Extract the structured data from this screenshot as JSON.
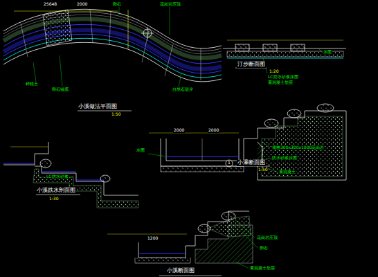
{
  "diagram": {
    "labels": [
      "25648",
      "2000",
      "卵石",
      "花岗岩压顶",
      "种植土",
      "卵石铺底",
      "自然石驳岸",
      "小溪做法平面图",
      "1:50",
      "水面",
      "汀步断面图",
      "1:20",
      "LC防水砂浆抹面",
      "素混凝土垫层",
      "2000",
      "2000",
      "规格300x300x1000花岗岩",
      "防水砂浆抹面",
      "素混凝土",
      "水面",
      "1",
      "小瀑断面图",
      "1:50",
      "小溪跌水剖面图",
      "1:30",
      "LC防水砂浆",
      "花岗岩压顶",
      "卵石",
      "素混凝土垫层",
      "1200",
      "小溪断面图"
    ]
  }
}
